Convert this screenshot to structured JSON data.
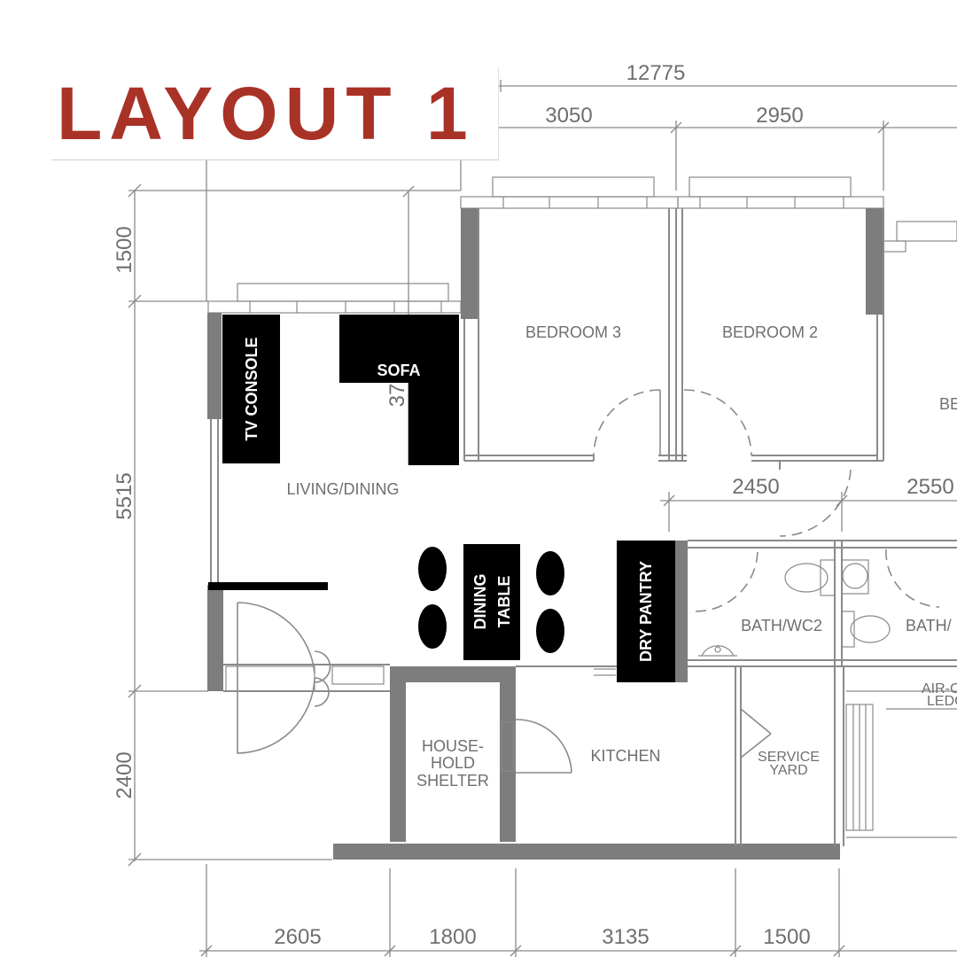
{
  "title": "LAYOUT 1",
  "colors": {
    "title": "#a93226",
    "lines": "#8a8a8a",
    "furniture": "#000000"
  },
  "dimensions": {
    "overall_width": "12775",
    "top_1": "3050",
    "top_2": "2950",
    "left_1": "1500",
    "left_2": "5515",
    "left_3": "2400",
    "mid_1": "2450",
    "mid_2": "2550",
    "partial": "37",
    "bottom_1": "2605",
    "bottom_2": "1800",
    "bottom_3": "3135",
    "bottom_4": "1500"
  },
  "rooms": {
    "bedroom3": "BEDROOM 3",
    "bedroom2": "BEDROOM 2",
    "bedroom1_partial": "BE",
    "living_dining": "LIVING/DINING",
    "bath_wc2": "BATH/WC2",
    "bath_partial": "BATH/",
    "household_shelter": [
      "HOUSE-",
      "HOLD",
      "SHELTER"
    ],
    "kitchen": "KITCHEN",
    "service_yard": [
      "SERVICE",
      "YARD"
    ],
    "aircon_ledge": [
      "AIR-C",
      "LEDG"
    ]
  },
  "furniture": {
    "tv_console": "TV CONSOLE",
    "sofa": "SOFA",
    "dining_table": [
      "DINING",
      "TABLE"
    ],
    "dry_pantry": "DRY PANTRY"
  }
}
